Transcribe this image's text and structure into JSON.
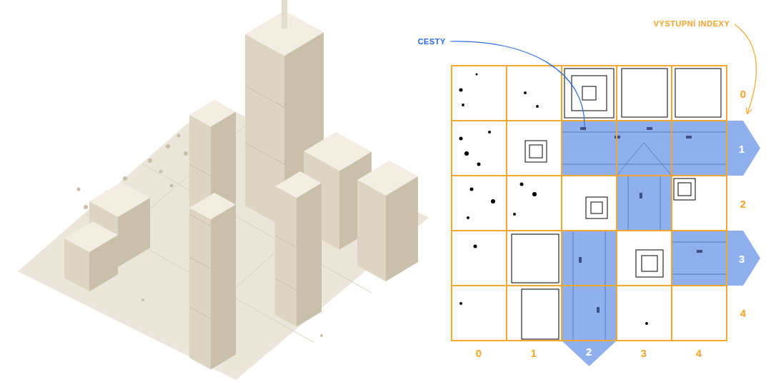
{
  "diagram": {
    "labels": [
      "CESTY",
      "VÝSTUPNÍ INDEXY",
      "0",
      "1",
      "2",
      "3",
      "4",
      "0",
      "1",
      "2",
      "3",
      "4"
    ]
  }
}
